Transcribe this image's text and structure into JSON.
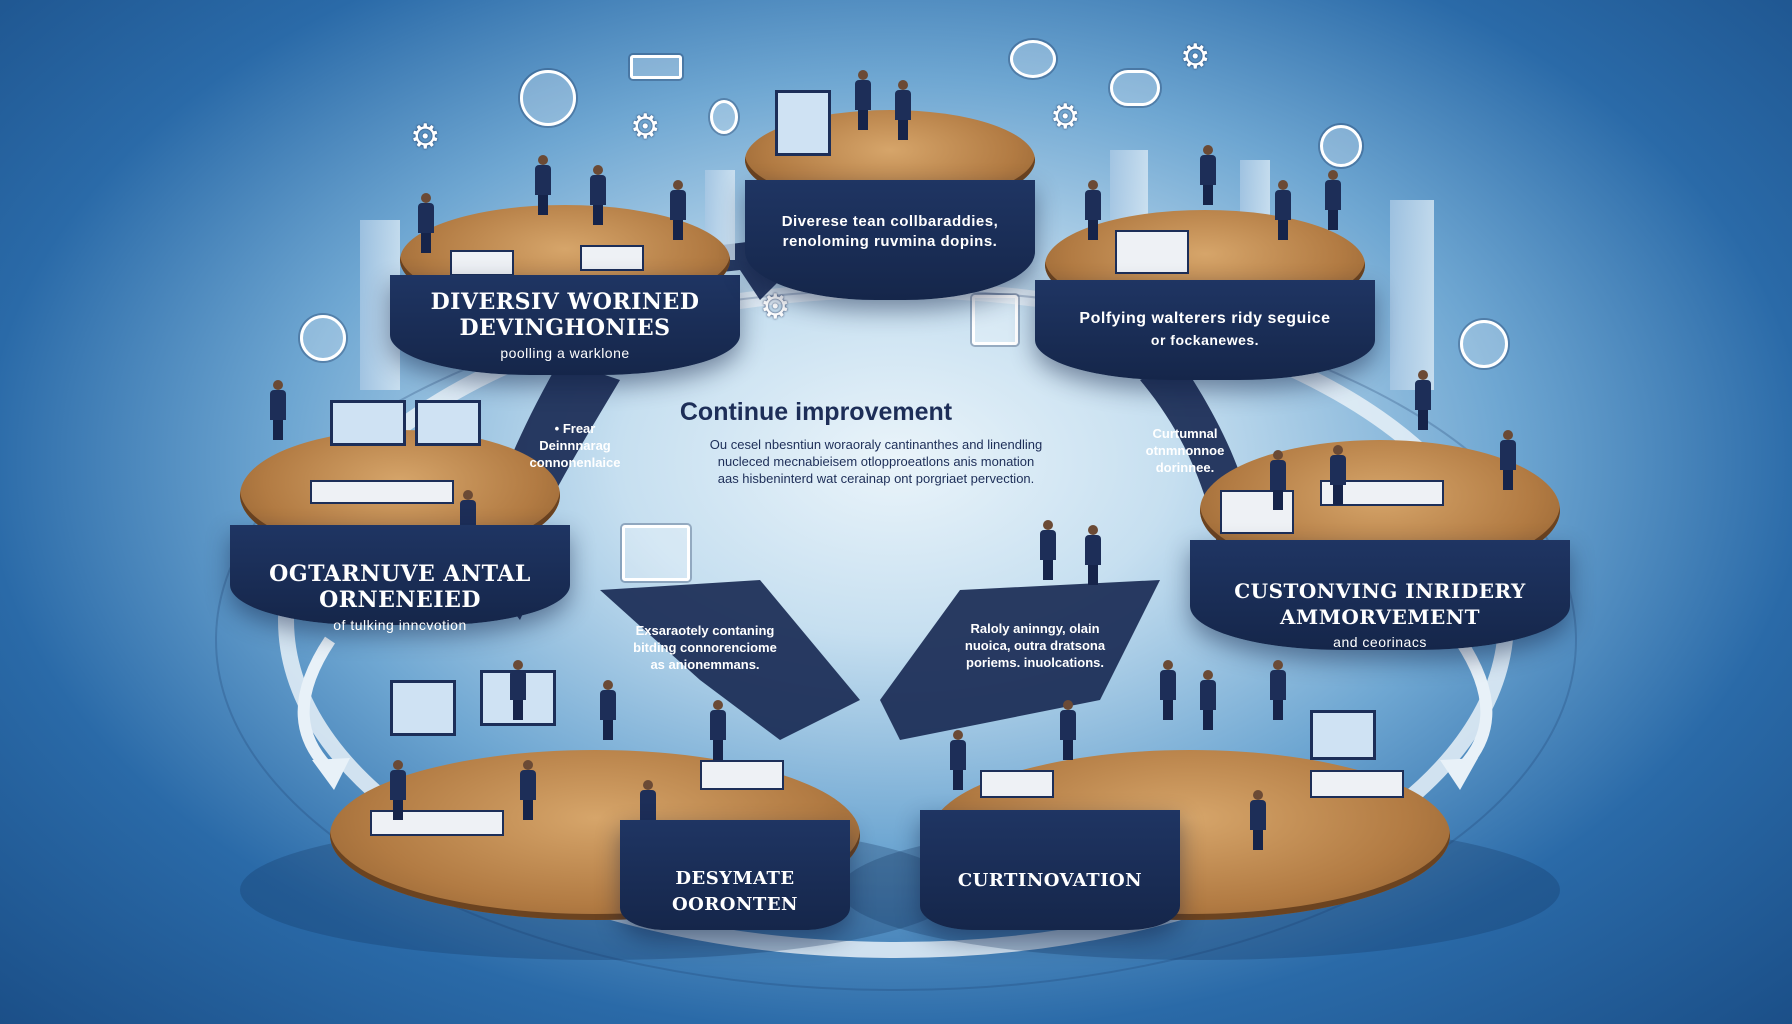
{
  "center": {
    "title": "Continue improvement",
    "body": "Ou cesel nbesntiun woraoraly cantinanthes and linendling nucleced mecnabieisem otlopproeatlons anis monation aas hisbeninterd wat cerainap ont porgriaet pervection."
  },
  "stages": [
    {
      "title": "DIVERSIV WORINED DEVINGHONIES",
      "subtitle": "poolling a warklone"
    },
    {
      "title": "Diverese tean collbaraddies, renoloming ruvmina dopins.",
      "subtitle": ""
    },
    {
      "title": "Polfying walterers ridy seguice",
      "subtitle": "or fockanewes."
    },
    {
      "title": "OGTARNUVE ANTAL ORNENEIED",
      "subtitle": "of tulking inncvotion"
    },
    {
      "title": "CUSTONVING INRIDERY AMMORVEMENT",
      "subtitle": "and ceorinacs"
    },
    {
      "title": "DESYMATE OORONTEN",
      "subtitle": ""
    },
    {
      "title": "CURTINOVATION",
      "subtitle": ""
    }
  ],
  "callouts": [
    {
      "text": "• Frear Deinnnarag connonenlaice"
    },
    {
      "text": "Curtumnal otnmnonnoe dorinnee."
    },
    {
      "text": "Exsaraotely contaning bitding connorenciome as anionemmans."
    },
    {
      "text": "Raloly aninngy, olain nuoica, outra dratsona poriems. inuolcations."
    }
  ],
  "colors": {
    "navy": "#1d2e58",
    "wood": "#b27b43",
    "sky": "#6fa7d2",
    "white": "#ffffff"
  },
  "icons": [
    "gear-icon",
    "cloud-icon",
    "lightbulb-icon",
    "refresh-icon",
    "compass-icon",
    "document-icon",
    "server-icon"
  ]
}
